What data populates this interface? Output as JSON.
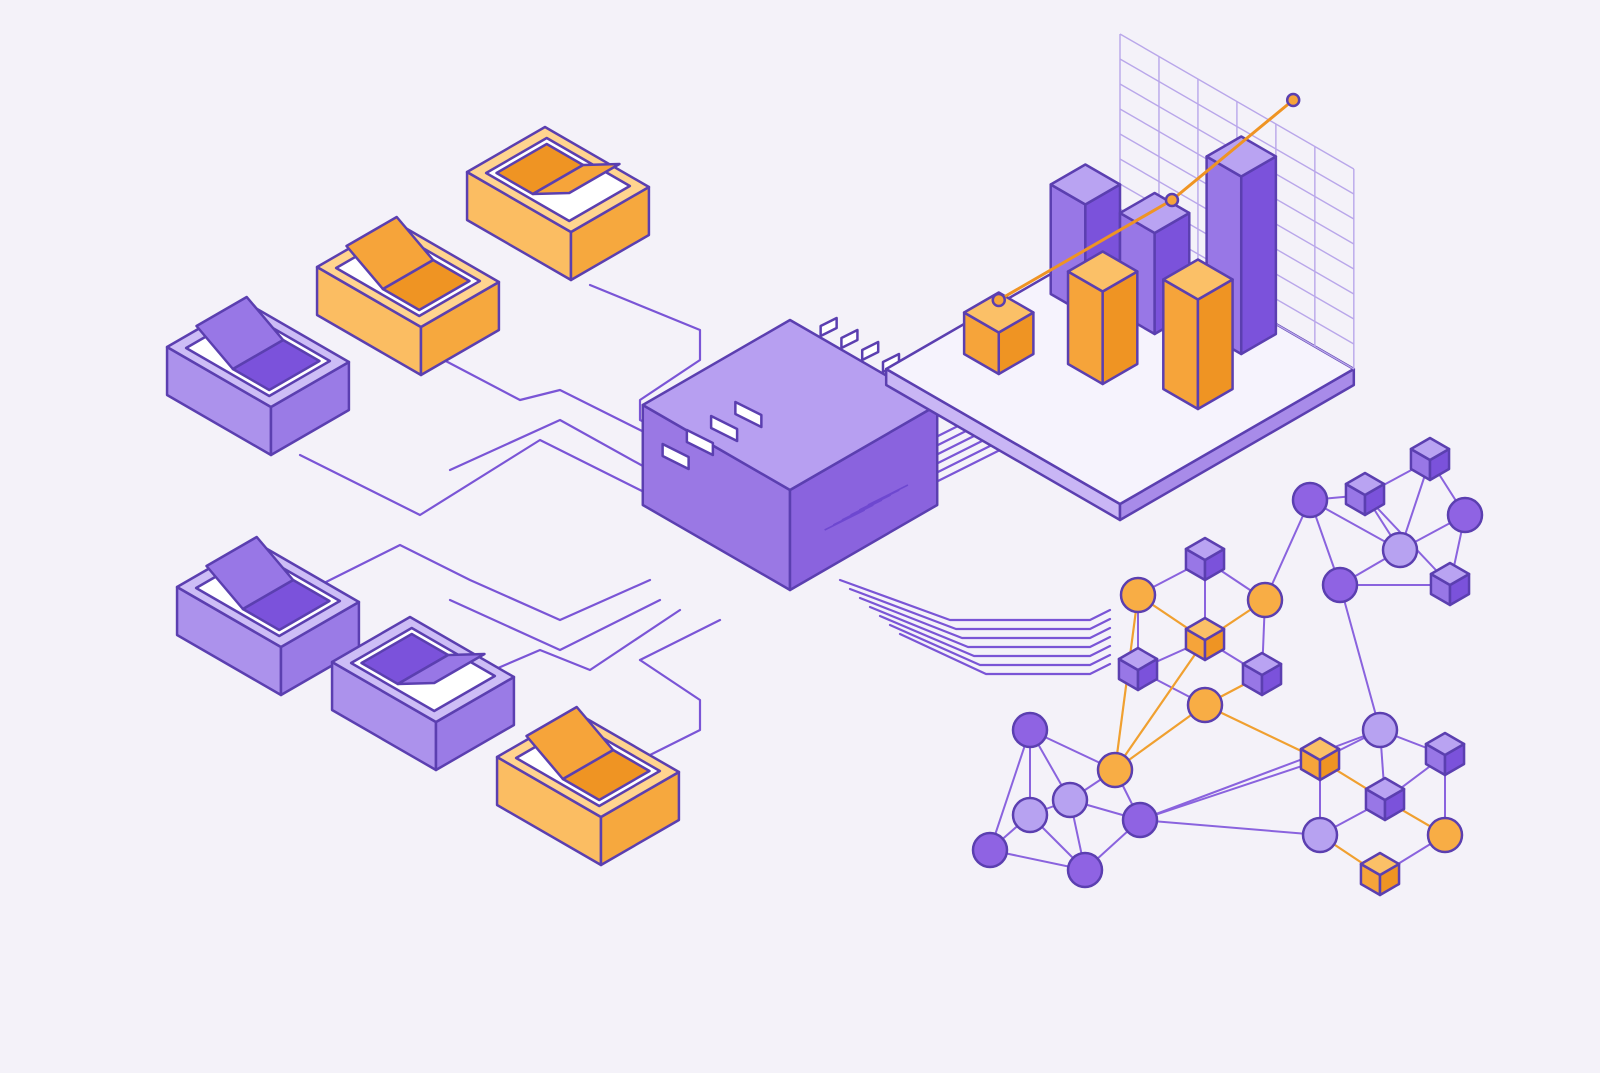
{
  "colors": {
    "background": "#f4f2f9",
    "purple_light": "#b9a3f2",
    "purple_mid": "#9877e6",
    "purple_dark": "#7b52db",
    "purple_outline": "#5b3fb0",
    "orange_light": "#fbc067",
    "orange_mid": "#f6a43a",
    "orange_dark": "#ef9423",
    "wire": "#7a55d6"
  },
  "switches": [
    {
      "id": "switch-1",
      "side": "left",
      "color": "orange",
      "state": "off"
    },
    {
      "id": "switch-2",
      "side": "left",
      "color": "orange",
      "state": "on"
    },
    {
      "id": "switch-3",
      "side": "left",
      "color": "purple",
      "state": "on"
    },
    {
      "id": "switch-4",
      "side": "left",
      "color": "purple",
      "state": "on"
    },
    {
      "id": "switch-5",
      "side": "left",
      "color": "purple",
      "state": "off"
    },
    {
      "id": "switch-6",
      "side": "left",
      "color": "orange",
      "state": "on"
    }
  ],
  "hub": {
    "ports": 8
  },
  "chart_panel": {
    "bars": [
      {
        "color": "purple",
        "value": 0.55
      },
      {
        "color": "purple",
        "value": 0.5
      },
      {
        "color": "purple",
        "value": 0.95
      },
      {
        "color": "orange",
        "value": 0.45
      },
      {
        "color": "orange",
        "value": 0.55
      },
      {
        "color": "orange",
        "value": 0.15
      }
    ],
    "trend_points": 3
  },
  "network": {
    "clusters": 4,
    "node_types": [
      "sphere",
      "cube"
    ]
  }
}
